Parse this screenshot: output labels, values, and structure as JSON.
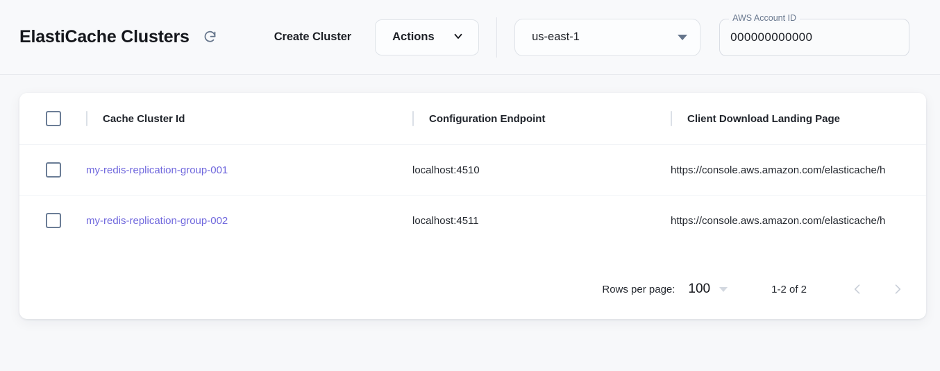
{
  "header": {
    "title": "ElastiCache Clusters",
    "refresh_icon": "refresh-icon",
    "create_cluster_label": "Create Cluster",
    "actions_label": "Actions",
    "actions_chevron_icon": "chevron-down-icon",
    "region": {
      "selected": "us-east-1",
      "dropdown_icon": "triangle-down-icon"
    },
    "account": {
      "legend": "AWS Account ID",
      "value": "000000000000",
      "placeholder": "AWS Account ID"
    }
  },
  "table": {
    "select_all_checkbox": "select-all",
    "columns": [
      "Cache Cluster Id",
      "Configuration Endpoint",
      "Client Download Landing Page"
    ],
    "rows": [
      {
        "checkbox": "row-checkbox",
        "cache_cluster_id": "my-redis-replication-group-001",
        "configuration_endpoint": "localhost:4510",
        "client_download_landing_page": "https://console.aws.amazon.com/elasticache/h"
      },
      {
        "checkbox": "row-checkbox",
        "cache_cluster_id": "my-redis-replication-group-002",
        "configuration_endpoint": "localhost:4511",
        "client_download_landing_page": "https://console.aws.amazon.com/elasticache/h"
      }
    ]
  },
  "pagination": {
    "rows_per_page_label": "Rows per page:",
    "rows_per_page_value": "100",
    "range_label": "1-2 of 2",
    "prev_icon": "chevron-left-icon",
    "next_icon": "chevron-right-icon"
  },
  "colors": {
    "link": "#6f67dd",
    "page_bg": "#f7f8fa",
    "card_bg": "#ffffff",
    "checkbox_border": "#6b7d96",
    "icon_slate": "#65758b"
  }
}
